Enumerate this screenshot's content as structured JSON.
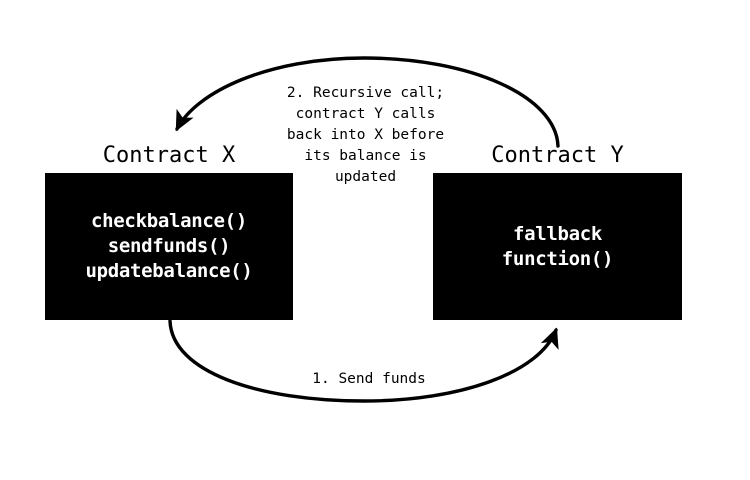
{
  "diagram": {
    "title": "Reentrancy attack flow between two smart contracts",
    "background_color": "#ffffff",
    "node_fill_color": "#000000",
    "node_text_color": "#ffffff",
    "arrow_color": "#000000"
  },
  "nodes": {
    "contract_x": {
      "caption": "Contract X",
      "lines": [
        "checkbalance()",
        "sendfunds()",
        "updatebalance()"
      ]
    },
    "contract_y": {
      "caption": "Contract Y",
      "lines": [
        "fallback",
        "function()"
      ]
    }
  },
  "edges": {
    "send_funds": {
      "label": "1. Send funds",
      "from": "Contract X",
      "to": "Contract Y",
      "direction": "bottom-arc-left-to-right"
    },
    "recursive_call": {
      "label": "2. Recursive call;\ncontract Y calls\nback into X before\nits balance is\nupdated",
      "from": "Contract Y",
      "to": "Contract X",
      "direction": "top-arc-right-to-left"
    }
  }
}
